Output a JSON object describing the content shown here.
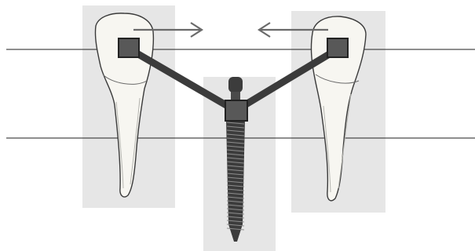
{
  "diagram": {
    "left_tooth": {
      "kind": "natural tooth",
      "side": "left"
    },
    "right_tooth": {
      "kind": "natural tooth",
      "side": "right"
    },
    "implant": {
      "kind": "dental implant",
      "position": "center"
    },
    "connector_bars": 2,
    "reference_lines": 2,
    "arrows": [
      {
        "direction": "right"
      },
      {
        "direction": "left"
      }
    ]
  },
  "colors": {
    "background": "#ffffff",
    "tooth_panel": "#e6e6e6",
    "tooth_fill": "#f7f6f1",
    "tooth_outline": "#3a3a3a",
    "connector": "#3b3b3b",
    "connector_node": "#585858",
    "line": "#4a4a4a",
    "arrow": "#6a6a6a",
    "implant": "#3c3c3c"
  }
}
